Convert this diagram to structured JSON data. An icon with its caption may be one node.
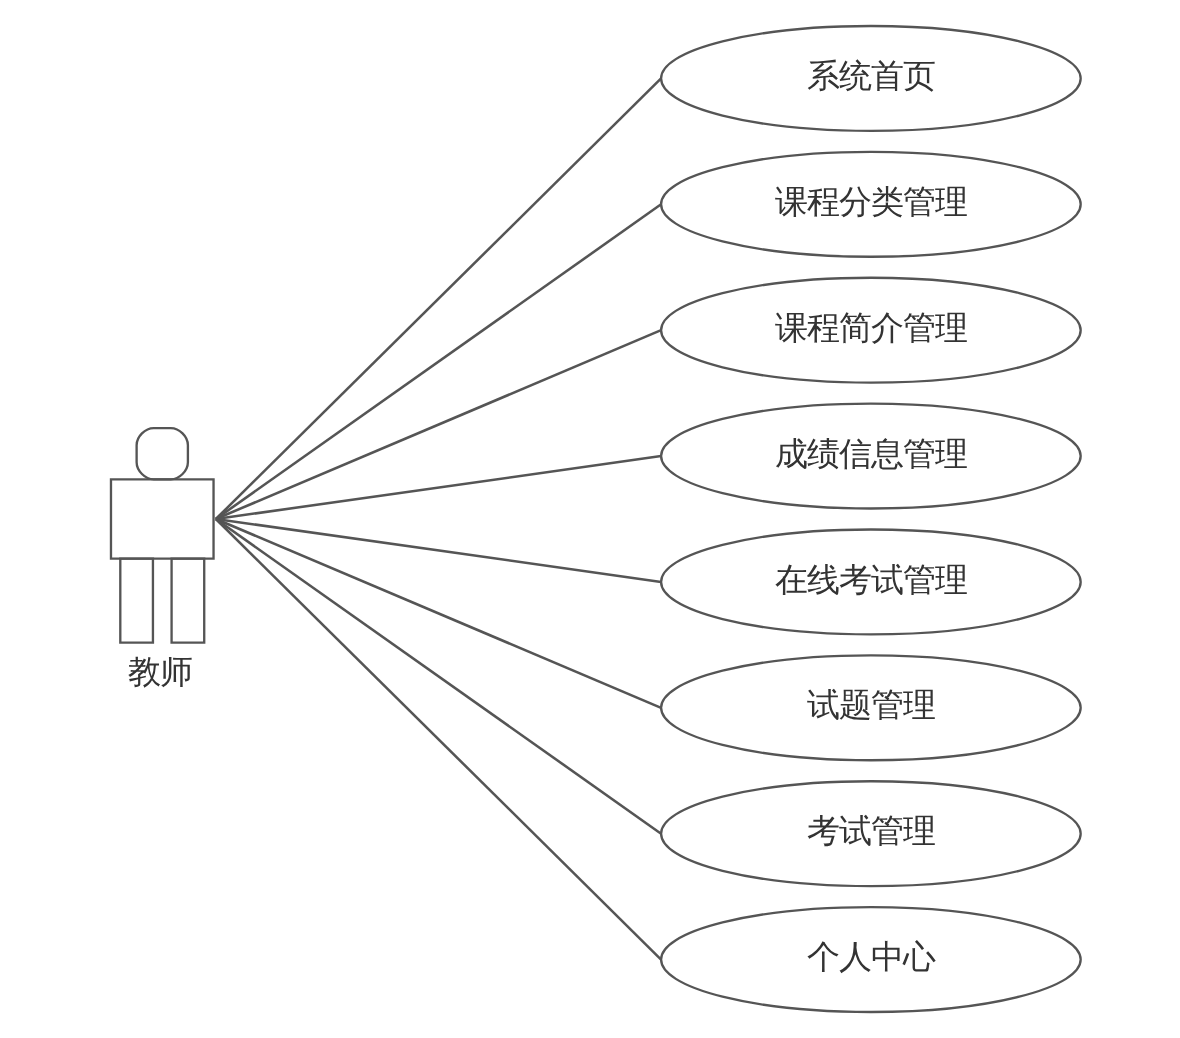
{
  "diagram": {
    "nodes": [
      {
        "text": [
          "教师"
        ]
      },
      {
        "text": [
          "系统首页"
        ]
      },
      {
        "text": [
          "课程分类管理"
        ]
      },
      {
        "text": [
          "课程简介管理"
        ]
      },
      {
        "text": [
          "成绩信息管理"
        ]
      },
      {
        "text": [
          "在线考试管理"
        ]
      },
      {
        "text": [
          "试题管理"
        ]
      },
      {
        "text": [
          "考试管理"
        ]
      },
      {
        "text": [
          "个人中心"
        ]
      }
    ],
    "edges": [
      {
        "from": 0,
        "to": 1,
        "arrow": "none"
      },
      {
        "from": 0,
        "to": 2,
        "arrow": "none"
      },
      {
        "from": 0,
        "to": 3,
        "arrow": "none"
      },
      {
        "from": 0,
        "to": 4,
        "arrow": "none"
      },
      {
        "from": 0,
        "to": 5,
        "arrow": "none"
      },
      {
        "from": 0,
        "to": 6,
        "arrow": "none"
      },
      {
        "from": 0,
        "to": 7,
        "arrow": "none"
      },
      {
        "from": 0,
        "to": 8,
        "arrow": "none"
      }
    ]
  }
}
